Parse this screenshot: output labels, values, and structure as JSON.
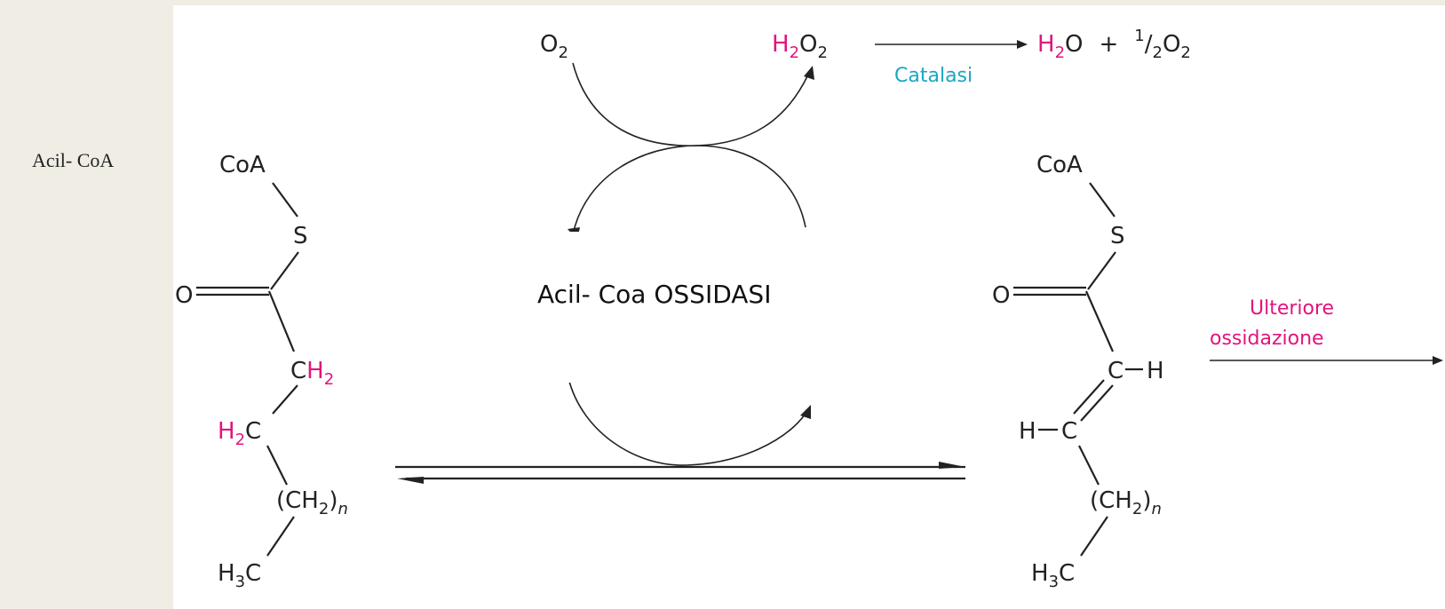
{
  "side_label": "Acil- CoA",
  "enzyme_label": "Acil- Coa OSSIDASI",
  "catalase_label": "Catalasi",
  "further_oxidation_line1": "Ulteriore",
  "further_oxidation_line2": "ossidazione",
  "colors": {
    "highlight": "#e0157e",
    "enzyme_text": "#1aa6c4",
    "background": "#efede4"
  }
}
